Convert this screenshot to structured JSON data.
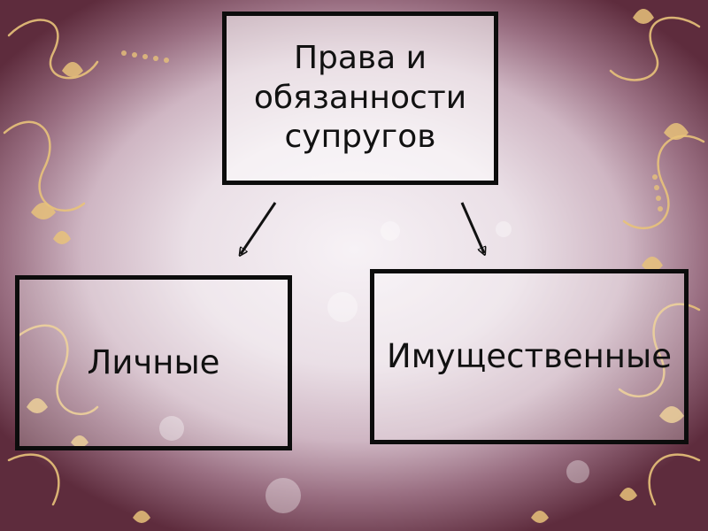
{
  "diagram": {
    "root": {
      "label": "Права и\nобязанности\nсупругов"
    },
    "children": [
      {
        "label": "Личные"
      },
      {
        "label": "Имущественные"
      }
    ]
  },
  "colors": {
    "frame": "#5e2c3d",
    "center": "#f7f2f6",
    "ornament": "#e8c27a",
    "border": "#0c0c0c"
  }
}
